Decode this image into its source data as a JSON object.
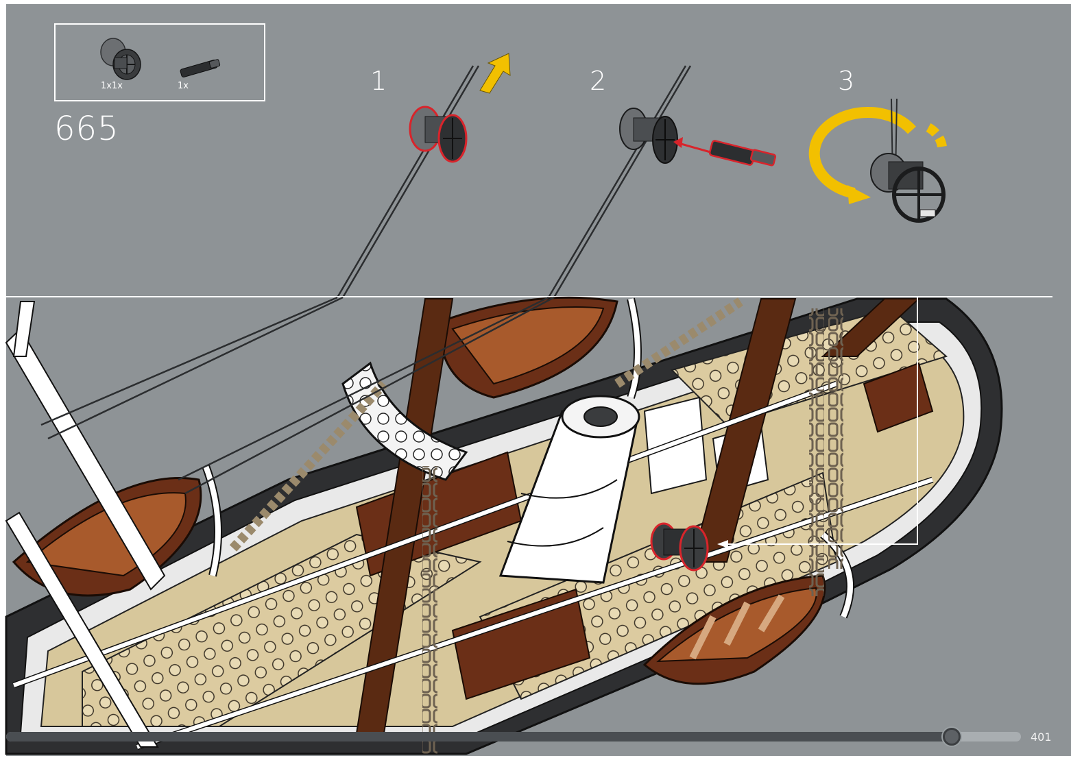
{
  "parts_list": {
    "items": [
      {
        "name": "winch-spool-icon",
        "qty": "1x1x"
      },
      {
        "name": "technic-pin-icon",
        "qty": "1x"
      }
    ]
  },
  "step": {
    "number": "665",
    "substeps": [
      "1",
      "2",
      "3"
    ]
  },
  "colors": {
    "background": "#8e9396",
    "highlight": "#d8242b",
    "arrow_yellow": "#f2c000",
    "brown": "#6b2f17",
    "tan": "#dccba0"
  },
  "navigation": {
    "page": "401",
    "progress": 0.932
  }
}
